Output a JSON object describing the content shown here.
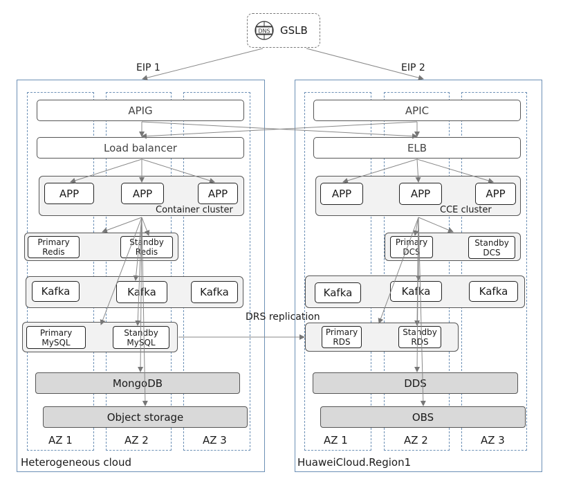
{
  "gslb": {
    "label": "GSLB",
    "icon": "dns-icon",
    "icon_text": "DNS"
  },
  "eip1": "EIP 1",
  "eip2": "EIP 2",
  "drs": "DRS replication",
  "left": {
    "cloud_label": "Heterogeneous cloud",
    "az_labels": [
      "AZ 1",
      "AZ 2",
      "AZ 3"
    ],
    "gateway": "APIG",
    "balancer": "Load balancer",
    "apps": [
      "APP",
      "APP",
      "APP"
    ],
    "cluster_label": "Container cluster",
    "cache_primary": "Primary\nRedis",
    "cache_standby": "Standby\nRedis",
    "kafka": [
      "Kafka",
      "Kafka",
      "Kafka"
    ],
    "db_primary": "Primary\nMySQL",
    "db_standby": "Standby\nMySQL",
    "nosql": "MongoDB",
    "object": "Object storage"
  },
  "right": {
    "cloud_label": "HuaweiCloud.Region1",
    "az_labels": [
      "AZ 1",
      "AZ 2",
      "AZ 3"
    ],
    "gateway": "APIC",
    "balancer": "ELB",
    "apps": [
      "APP",
      "APP",
      "APP"
    ],
    "cluster_label": "CCE cluster",
    "cache_primary": "Primary\nDCS",
    "cache_standby": "Standby\nDCS",
    "kafka": [
      "Kafka",
      "Kafka",
      "Kafka"
    ],
    "db_primary": "Primary\nRDS",
    "db_standby": "Standby\nRDS",
    "nosql": "DDS",
    "object": "OBS"
  }
}
